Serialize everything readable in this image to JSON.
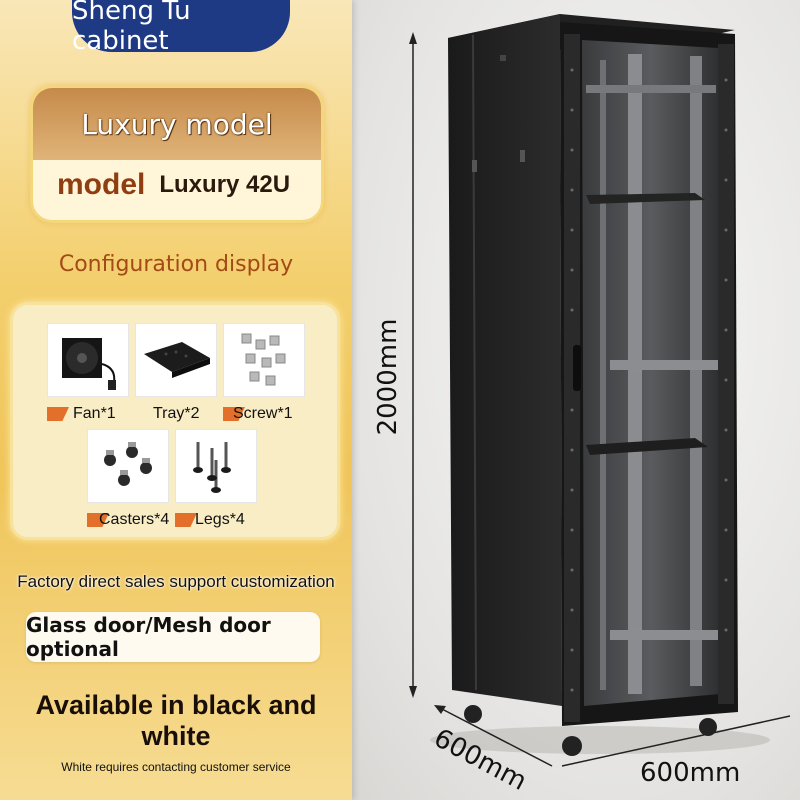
{
  "banner": {
    "title": "Sheng Tu cabinet"
  },
  "model_card": {
    "heading": "Luxury model",
    "label": "model",
    "value": "Luxury 42U"
  },
  "configuration": {
    "title": "Configuration display",
    "items": [
      {
        "name": "fan",
        "label": "Fan*1"
      },
      {
        "name": "tray",
        "label": "Tray*2"
      },
      {
        "name": "screw",
        "label": "Screw*1"
      },
      {
        "name": "casters",
        "label": "Casters*4"
      },
      {
        "name": "legs",
        "label": "Legs*4"
      }
    ]
  },
  "factory_text": "Factory direct sales support customization",
  "door_option": "Glass door/Mesh door optional",
  "colors_text": "Available in black and white",
  "white_note": "White requires contacting customer service",
  "dimensions": {
    "height": "2000mm",
    "depth": "600mm",
    "width": "600mm"
  },
  "colors": {
    "banner": "#1e3a84",
    "accent": "#e3702a",
    "gold": "#f0c55a"
  }
}
